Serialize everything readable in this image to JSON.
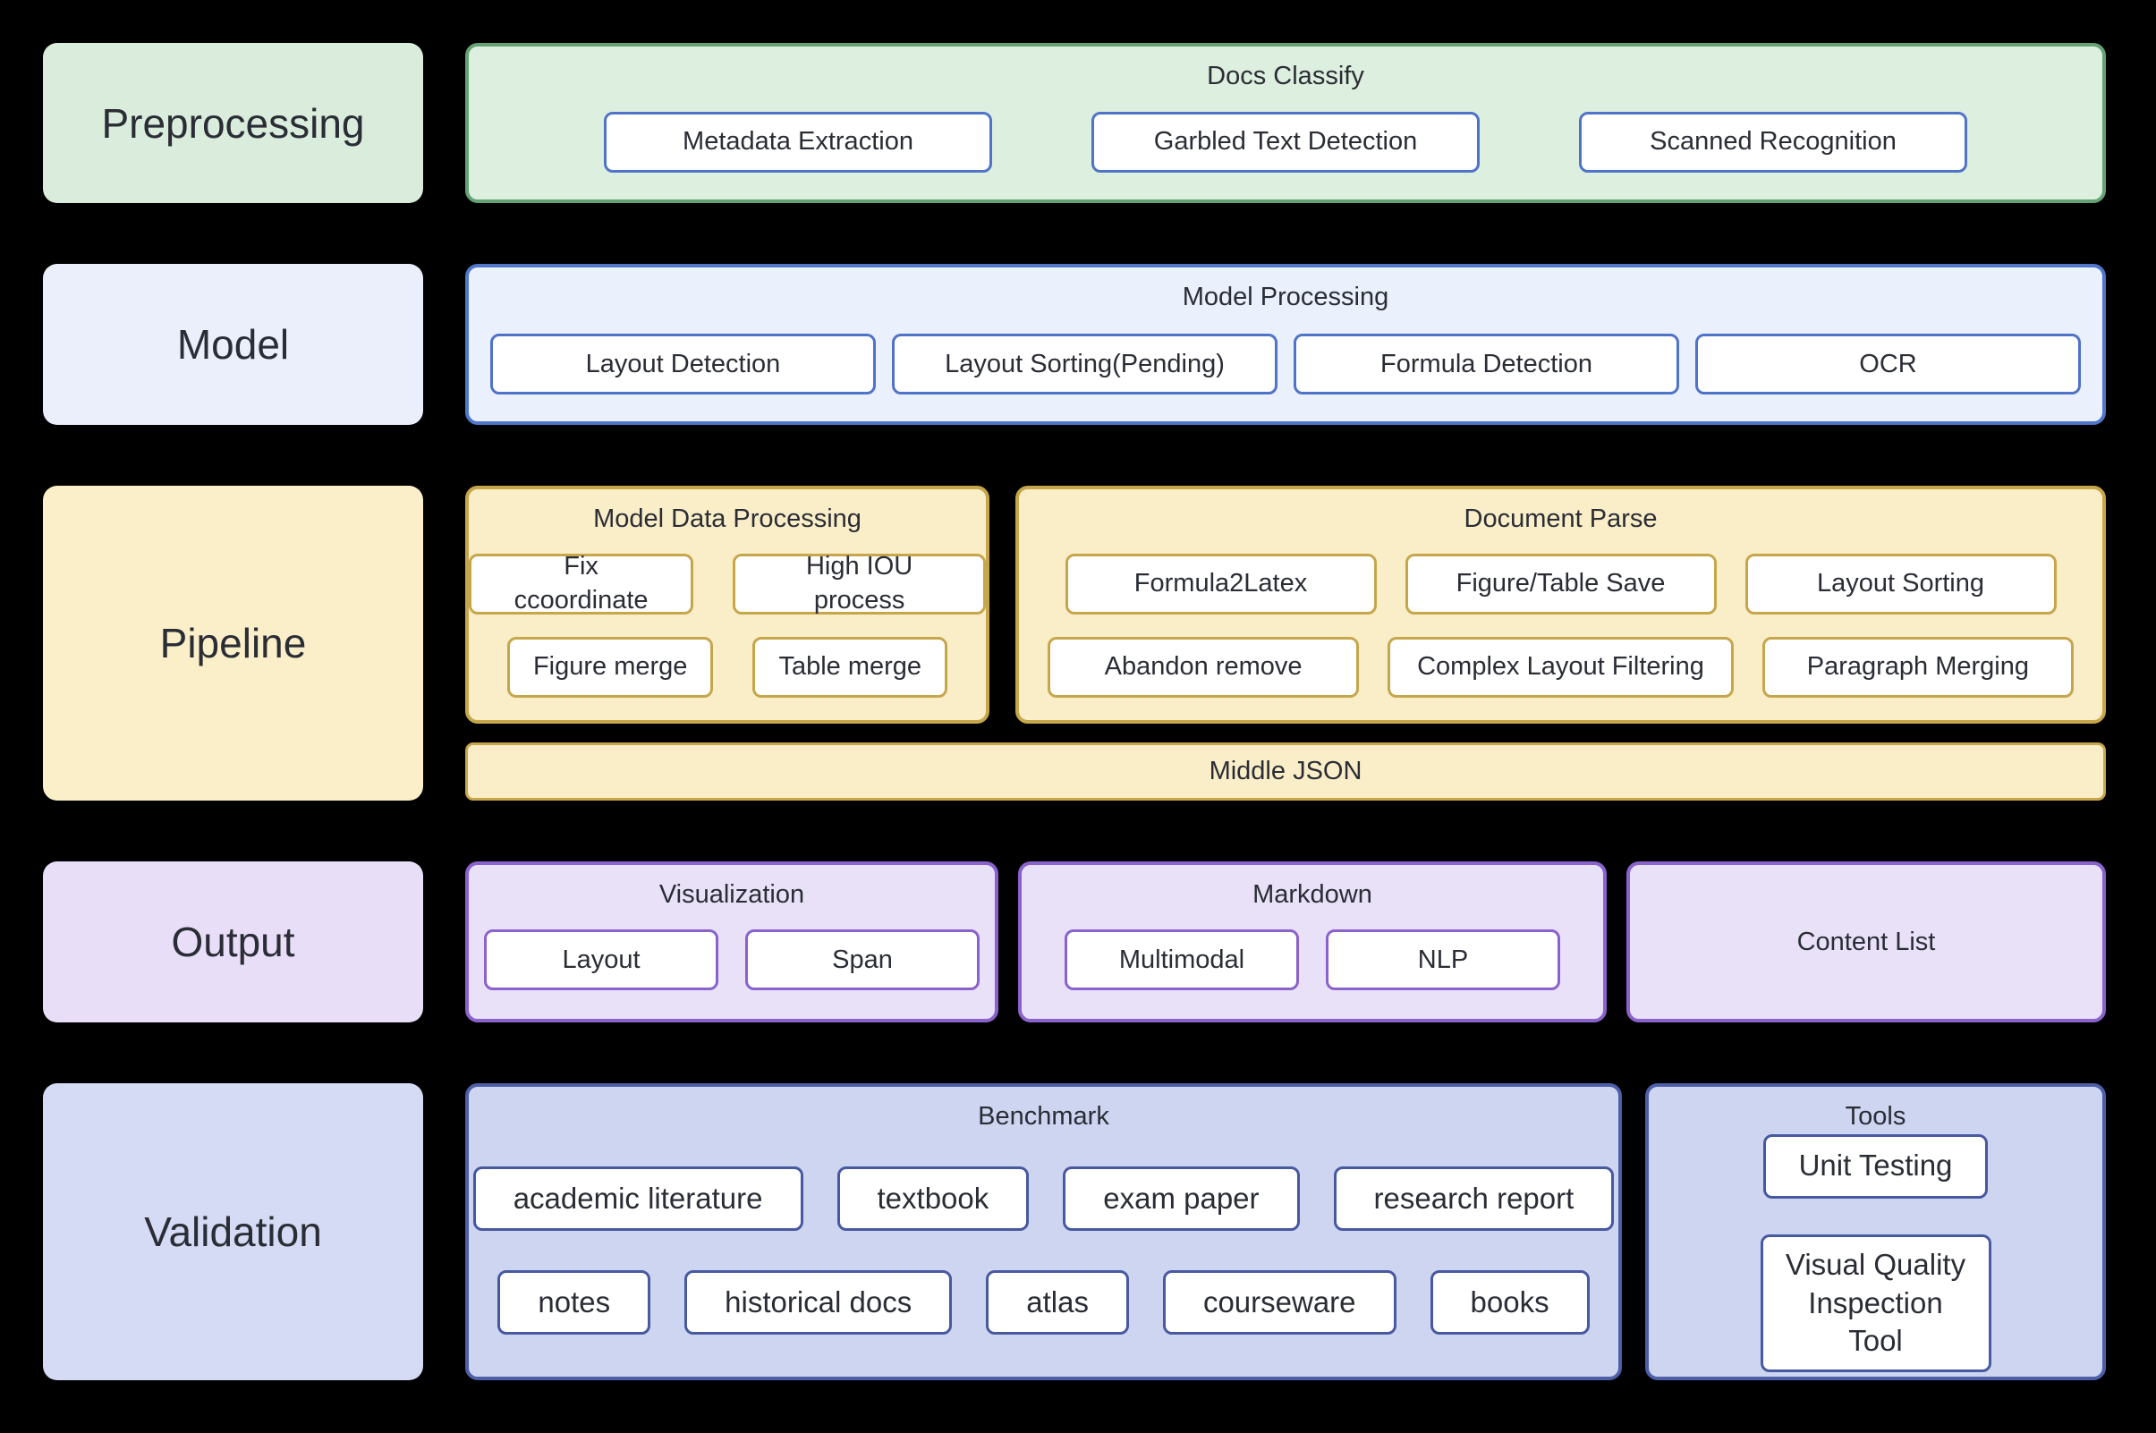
{
  "colors": {
    "background": "#000000",
    "text": "#2a2d35",
    "green_fill": "#ddefde",
    "green_border": "#65a273",
    "blue_fill": "#eaf0fc",
    "blue_border": "#5076ca",
    "chip_blue_border": "#4f73c9",
    "yellow_fill": "#faeec8",
    "yellow_border": "#c6a64b",
    "purple_fill": "#e9e1f8",
    "purple_border": "#8a62cc",
    "periwinkle_fill": "#ced5f1",
    "periwinkle_border": "#4d5fa8"
  },
  "labels": {
    "preprocessing": "Preprocessing",
    "model": "Model",
    "pipeline": "Pipeline",
    "output": "Output",
    "validation": "Validation"
  },
  "docs_classify": {
    "title": "Docs Classify",
    "items": [
      "Metadata Extraction",
      "Garbled Text Detection",
      "Scanned Recognition"
    ]
  },
  "model_processing": {
    "title": "Model Processing",
    "items": [
      "Layout Detection",
      "Layout Sorting(Pending)",
      "Formula Detection",
      "OCR"
    ]
  },
  "model_data_processing": {
    "title": "Model Data Processing",
    "row1": [
      "Fix ccoordinate",
      "High IOU process"
    ],
    "row2": [
      "Figure merge",
      "Table merge"
    ]
  },
  "document_parse": {
    "title": "Document Parse",
    "row1": [
      "Formula2Latex",
      "Figure/Table Save",
      "Layout Sorting"
    ],
    "row2": [
      "Abandon remove",
      "Complex Layout Filtering",
      "Paragraph Merging"
    ]
  },
  "middle_json": {
    "label": "Middle JSON"
  },
  "visualization": {
    "title": "Visualization",
    "items": [
      "Layout",
      "Span"
    ]
  },
  "markdown": {
    "title": "Markdown",
    "items": [
      "Multimodal",
      "NLP"
    ]
  },
  "content_list": {
    "title": "Content List"
  },
  "benchmark": {
    "title": "Benchmark",
    "row1": [
      "academic literature",
      "textbook",
      "exam paper",
      "research report"
    ],
    "row2": [
      "notes",
      "historical docs",
      "atlas",
      "courseware",
      "books"
    ]
  },
  "tools": {
    "title": "Tools",
    "items": [
      "Unit Testing",
      "Visual Quality Inspection Tool"
    ]
  }
}
